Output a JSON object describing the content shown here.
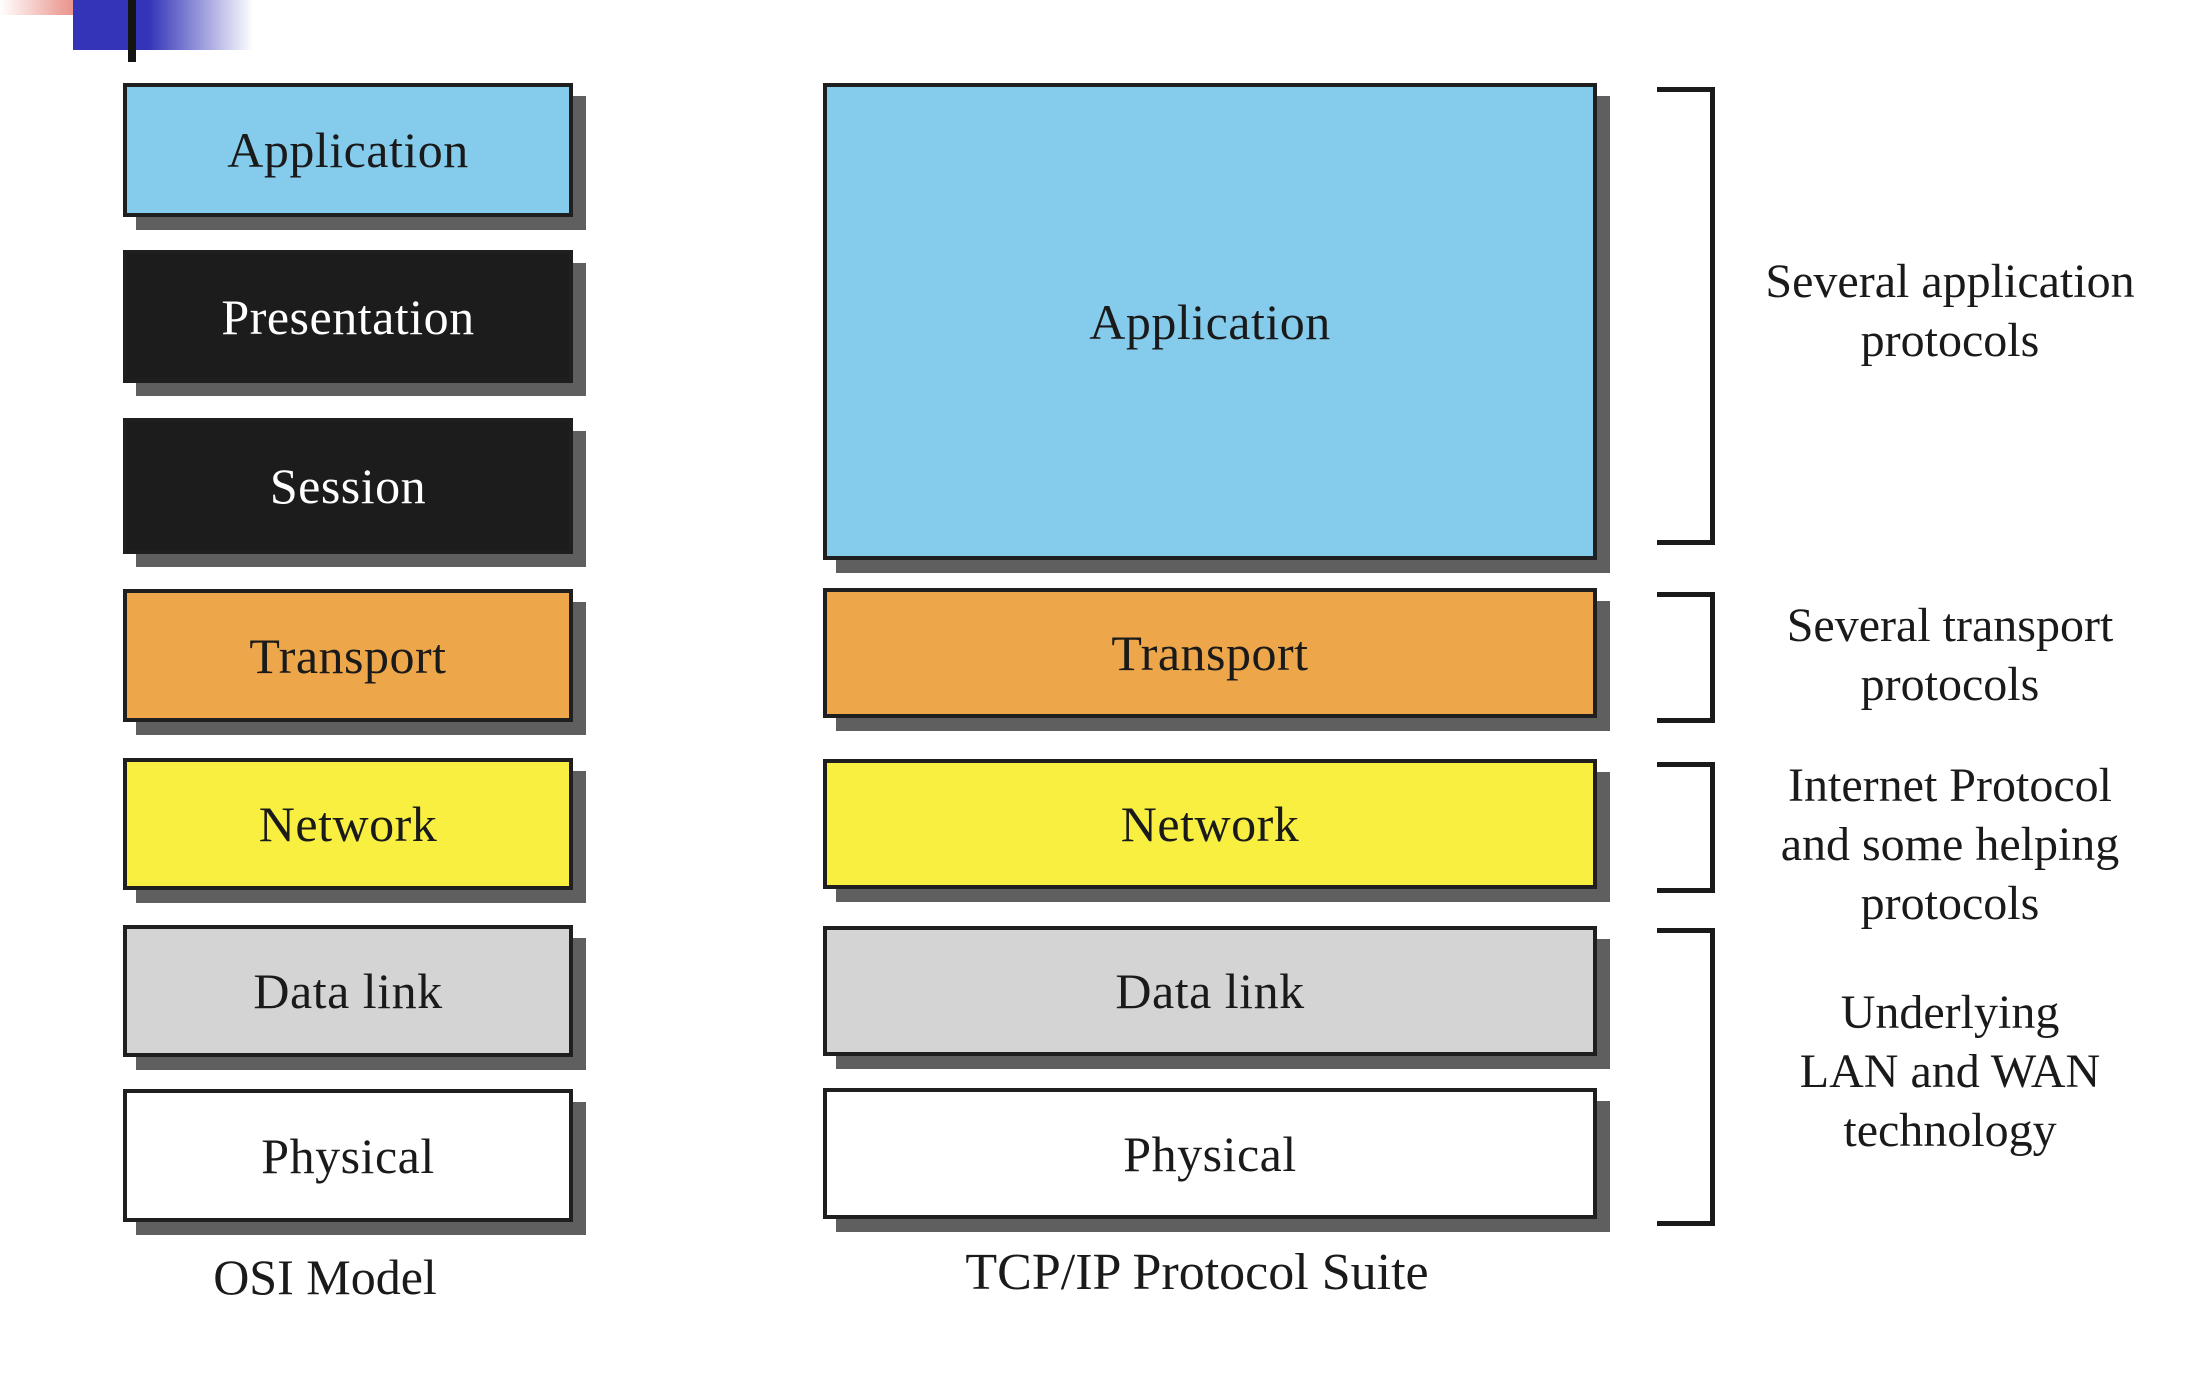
{
  "decoration": {
    "pink_bar_bg": "linear-gradient(90deg, #ffffff 0%, #eda49d 55%, #dd6a62 100%)",
    "blue_bar_bg": "linear-gradient(90deg, #3334b8 0%, #3334b8 42%, #ffffff 100%)",
    "black_bar_bg": "#141414"
  },
  "osi": {
    "label": "OSI Model",
    "layers": [
      {
        "name": "Application",
        "bg": "#85cbec",
        "fg": "#1a1a1a"
      },
      {
        "name": "Presentation",
        "bg": "#1c1c1c",
        "fg": "#ffffff"
      },
      {
        "name": "Session",
        "bg": "#1c1c1c",
        "fg": "#ffffff"
      },
      {
        "name": "Transport",
        "bg": "#eda64a",
        "fg": "#1a1a1a"
      },
      {
        "name": "Network",
        "bg": "#f8ef41",
        "fg": "#1a1a1a"
      },
      {
        "name": "Data link",
        "bg": "#d4d4d4",
        "fg": "#1a1a1a"
      },
      {
        "name": "Physical",
        "bg": "#ffffff",
        "fg": "#1a1a1a"
      }
    ]
  },
  "tcpip": {
    "label": "TCP/IP Protocol Suite",
    "layers": [
      {
        "name": "Application",
        "bg": "#85cbec",
        "fg": "#1a1a1a"
      },
      {
        "name": "Transport",
        "bg": "#eda64a",
        "fg": "#1a1a1a"
      },
      {
        "name": "Network",
        "bg": "#f8ef41",
        "fg": "#1a1a1a"
      },
      {
        "name": "Data link",
        "bg": "#d4d4d4",
        "fg": "#1a1a1a"
      },
      {
        "name": "Physical",
        "bg": "#ffffff",
        "fg": "#1a1a1a"
      }
    ]
  },
  "annotations": [
    {
      "lines": [
        "Several application",
        "protocols"
      ]
    },
    {
      "lines": [
        "Several transport",
        "protocols"
      ]
    },
    {
      "lines": [
        "Internet Protocol",
        "and some helping",
        "protocols"
      ]
    },
    {
      "lines": [
        "Underlying",
        "LAN and WAN",
        "technology"
      ]
    }
  ]
}
